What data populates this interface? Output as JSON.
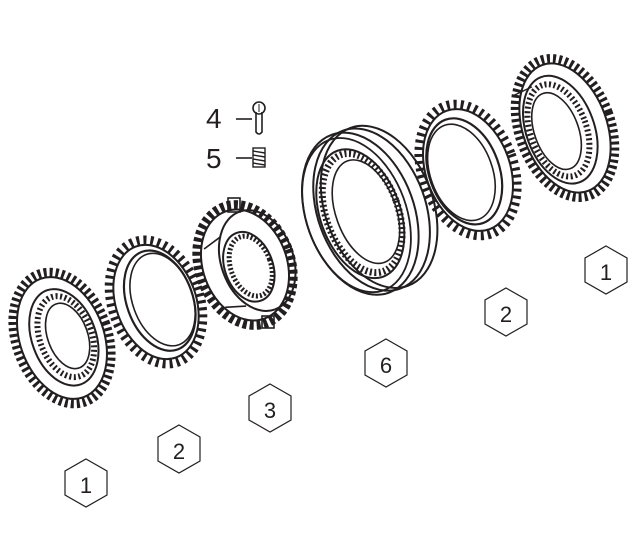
{
  "diagram": {
    "parts": [
      {
        "id": "gear-ring-left",
        "callout": "1"
      },
      {
        "id": "synchro-ring-left",
        "callout": "2"
      },
      {
        "id": "synchro-hub",
        "callout": "3"
      },
      {
        "id": "detent-plunger",
        "callout": "4"
      },
      {
        "id": "detent-spring",
        "callout": "5"
      },
      {
        "id": "sliding-sleeve",
        "callout": "6"
      },
      {
        "id": "synchro-ring-right",
        "callout": "2"
      },
      {
        "id": "gear-ring-right",
        "callout": "1"
      }
    ],
    "colors": {
      "line": "#231f20",
      "background": "#ffffff"
    }
  }
}
